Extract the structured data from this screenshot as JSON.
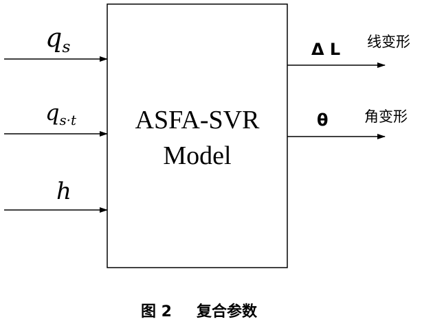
{
  "model": {
    "line1": "ASFA-SVR",
    "line2": "Model"
  },
  "inputs": [
    {
      "symbol": "q",
      "subscript": "s"
    },
    {
      "symbol": "q",
      "subscript": "s·t"
    },
    {
      "symbol": "h",
      "subscript": ""
    }
  ],
  "outputs": [
    {
      "symbol": "Δ L",
      "label": "线变形"
    },
    {
      "symbol": "θ",
      "label": "角变形"
    }
  ],
  "caption": {
    "figure": "图 2",
    "title": "复合参数"
  }
}
